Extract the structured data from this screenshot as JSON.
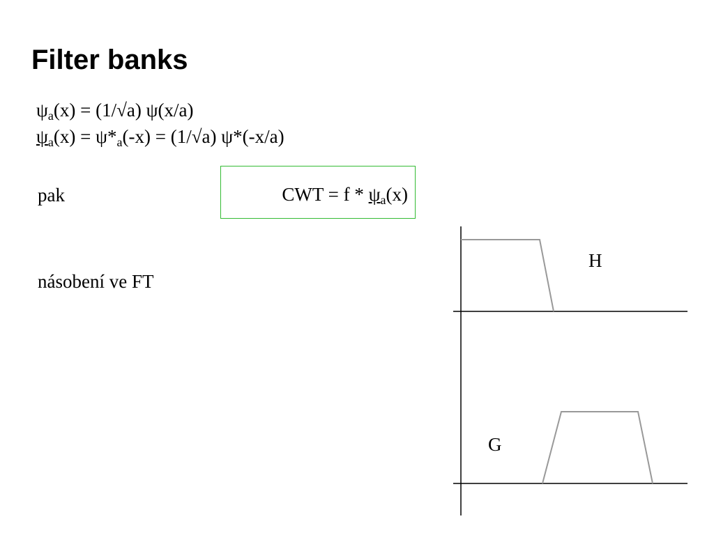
{
  "slide": {
    "title": "Filter banks",
    "eq1": {
      "psi": "ψ",
      "sub": "a",
      "rest": "(x) = (1/√a) ψ(x/a)"
    },
    "eq2": {
      "psi": "ψ",
      "sub": "a",
      "mid": "(x) = ψ*",
      "sub2": "a",
      "rest": "(-x) = (1/√a) ψ*(-x/a)"
    },
    "pak": "pak",
    "boxed": {
      "pre": "CWT = f * ",
      "psi": "ψ",
      "sub": "a",
      "post": "(x)",
      "border_color": "#33bb33"
    },
    "nasobeni": "násobení ve FT"
  },
  "diagram": {
    "label_h": "H",
    "label_g": "G",
    "axis_color": "#000000",
    "curve_color": "#999999"
  }
}
